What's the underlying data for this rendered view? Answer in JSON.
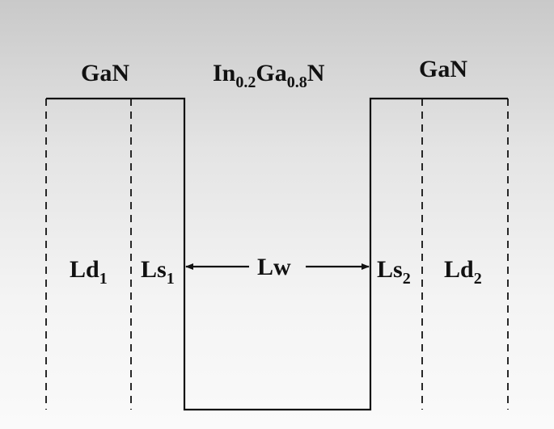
{
  "diagram": {
    "labels": {
      "left_material": "GaN",
      "center_material_in": "In",
      "center_material_in_sub": "0.2",
      "center_material_ga": "Ga",
      "center_material_ga_sub": "0.8",
      "center_material_n": "N",
      "right_material": "GaN",
      "ld1_base": "Ld",
      "ld1_sub": "1",
      "ls1_base": "Ls",
      "ls1_sub": "1",
      "lw": "Lw",
      "ls2_base": "Ls",
      "ls2_sub": "2",
      "ld2_base": "Ld",
      "ld2_sub": "2"
    }
  }
}
